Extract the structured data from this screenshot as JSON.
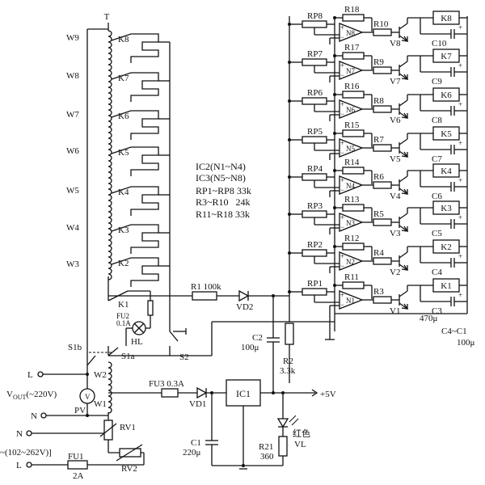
{
  "labels": {
    "top_tap": "T",
    "windings": [
      "W9",
      "W8",
      "W7",
      "W6",
      "W5",
      "W4",
      "W3",
      "W2",
      "W1"
    ],
    "taps": [
      "K8",
      "K7",
      "K6",
      "K5",
      "K4",
      "K3",
      "K2"
    ],
    "relays": [
      "K8",
      "K7",
      "K6",
      "K5",
      "K4",
      "K3",
      "K2",
      "K1"
    ],
    "rp": [
      "RP8",
      "RP7",
      "RP6",
      "RP5",
      "RP4",
      "RP3",
      "RP2",
      "RP1"
    ],
    "r_fb": [
      "R18",
      "R17",
      "R16",
      "R15",
      "R14",
      "R13",
      "R12",
      "R11"
    ],
    "r_base": [
      "R10",
      "R9",
      "R8",
      "R7",
      "R6",
      "R5",
      "R4",
      "R3"
    ],
    "transistors": [
      "V8",
      "V7",
      "V6",
      "V5",
      "V4",
      "V3",
      "V2",
      "V1"
    ],
    "opamps": [
      "N8",
      "N7",
      "N6",
      "N5",
      "N4",
      "N3",
      "N2",
      "N1"
    ],
    "caps": [
      "C10",
      "C9",
      "C8",
      "C7",
      "C6",
      "C5",
      "C4",
      "C3"
    ],
    "cap_range": "C4~C1",
    "cap_range_value": "100μ",
    "c3_value": "470μ",
    "k1": "K1",
    "fu2": "FU2",
    "fu2_value": "0.1A",
    "hl": "HL",
    "s1b": "S1b",
    "s1a": "S1a",
    "s2": "S2",
    "r1": "R1 100k",
    "vd2": "VD2",
    "c2": "C2",
    "c2_value": "100μ",
    "r2": "R2",
    "r2_value": "3.3k",
    "ic1": "IC1",
    "out5v": "+5V",
    "fu3": "FU3 0.3A",
    "vd1": "VD1",
    "c1": "C1",
    "c1_value": "220μ",
    "r21": "R21",
    "r21_value": "360",
    "led": "VL",
    "led_color": "红色",
    "l_top": "L",
    "n_mid": "N",
    "n_low": "N",
    "l_low": "L",
    "vout": "V",
    "vout_sub": "OUT",
    "vout_rest": "(~220V)",
    "vin_range": "~(102~262V)]",
    "pv": "PV",
    "meter": "V",
    "rv1": "RV1",
    "rv2": "RV2",
    "fu1": "FU1",
    "fu1_value": "2A",
    "params": [
      "IC2(N1~N4)",
      "IC3(N5~N8)",
      "RP1~RP8 33k",
      "R3~R10   24k",
      "R11~R18 33k"
    ]
  }
}
